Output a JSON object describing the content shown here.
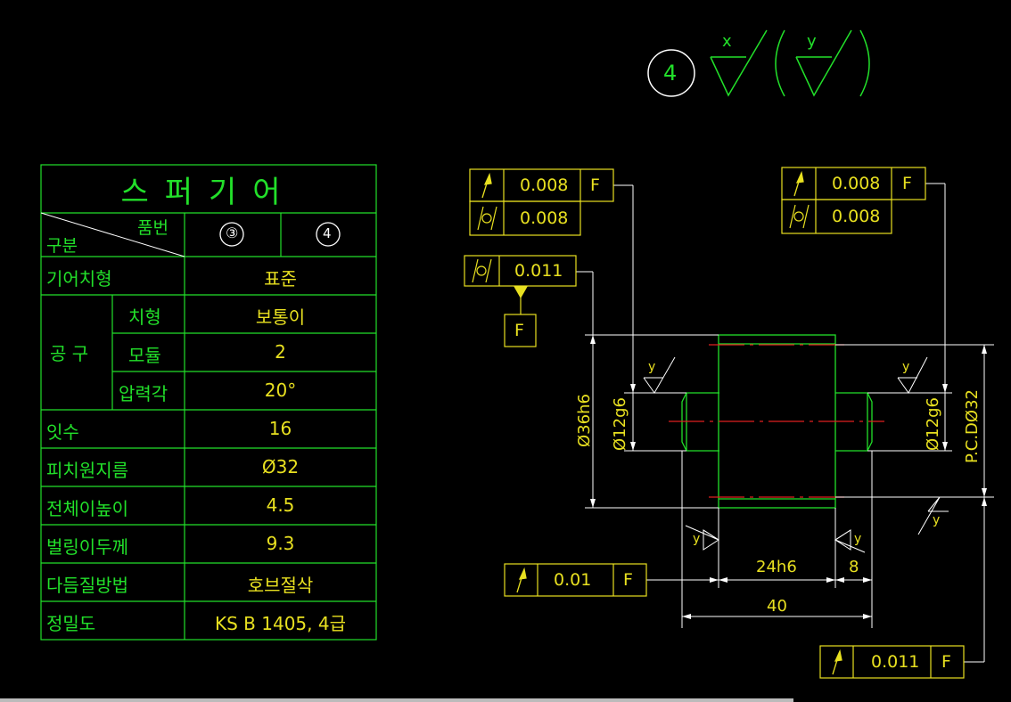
{
  "title_block": {
    "title": "스퍼기어",
    "header_diag_top": "품번",
    "header_diag_bottom": "구분",
    "part_numbers": [
      "③",
      "④"
    ],
    "rows": [
      {
        "label": "기어치형",
        "value": "표준"
      },
      {
        "group": "공 구",
        "sub": [
          {
            "label": "치형",
            "value": "보통이"
          },
          {
            "label": "모듈",
            "value": "2"
          },
          {
            "label": "압력각",
            "value": "20°"
          }
        ]
      },
      {
        "label": "잇수",
        "value": "16"
      },
      {
        "label": "피치원지름",
        "value": "Ø32"
      },
      {
        "label": "전체이높이",
        "value": "4.5"
      },
      {
        "label": "벌링이두께",
        "value": "9.3"
      },
      {
        "label": "다듬질방법",
        "value": "호브절삭"
      },
      {
        "label": "정밀도",
        "value": "KS B 1405, 4급"
      }
    ]
  },
  "surface_symbol": {
    "part_no": "4",
    "main_letter": "x",
    "paren_letter": "y"
  },
  "tolerance_frames": {
    "left_top": {
      "runout": "0.008",
      "datum": "F",
      "parallel": "0.008"
    },
    "right_top": {
      "runout": "0.008",
      "datum": "F",
      "parallel": "0.008"
    },
    "left_mid": {
      "parallel": "0.011"
    },
    "datum_label": "F",
    "bottom_left": {
      "runout": "0.01",
      "datum": "F"
    },
    "bottom_right": {
      "runout": "0.011",
      "datum": "F"
    }
  },
  "dimensions": {
    "dia_outer": "Ø36h6",
    "dia_shaft_left": "Ø12g6",
    "dia_shaft_right": "Ø12g6",
    "pcd": "P.C.DØ32",
    "width_gear": "24h6",
    "shaft_len": "8",
    "total_len": "40"
  },
  "roughness_letters": [
    "y",
    "y",
    "y",
    "y",
    "y"
  ],
  "colors": {
    "green": "#22e02a",
    "yellow": "#e8e020",
    "white": "#ffffff",
    "red": "#e02020",
    "background": "#000000"
  }
}
